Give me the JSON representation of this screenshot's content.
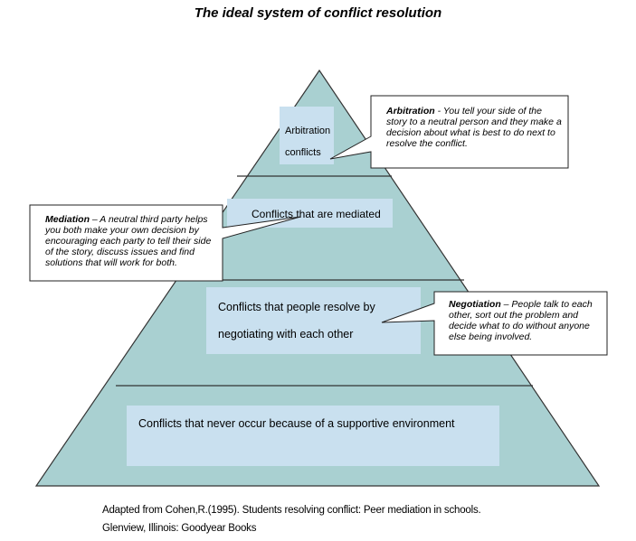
{
  "title": "The ideal system of conflict resolution",
  "levels": {
    "arbitration": [
      "Arbitration",
      "conflicts"
    ],
    "mediated": "Conflicts that are mediated",
    "negotiation": [
      "Conflicts that people resolve by",
      "negotiating with each other"
    ],
    "never": "Conflicts that never occur because of a supportive environment"
  },
  "callouts": {
    "arbitration": {
      "term": "Arbitration",
      "text": " - You tell your side of the story to a neutral person and they make a decision about what is best to do next to resolve the conflict."
    },
    "mediation": {
      "term": "Mediation",
      "text": " – A neutral third party helps you both make your own decision by encouraging each party to tell their side of the story, discuss issues and find solutions that will work for both."
    },
    "negotiation": {
      "term": "Negotiation",
      "text": " – People talk to each other, sort out the problem and decide what to do without anyone else being involved."
    }
  },
  "credit": [
    "Adapted from Cohen,R.(1995). Students resolving conflict: Peer mediation in schools.",
    "Glenview, Illinois: Goodyear Books"
  ],
  "colors": {
    "pyramid_fill": "#a9d0d1",
    "label_box": "#c9e0ef",
    "outline": "#333333"
  }
}
